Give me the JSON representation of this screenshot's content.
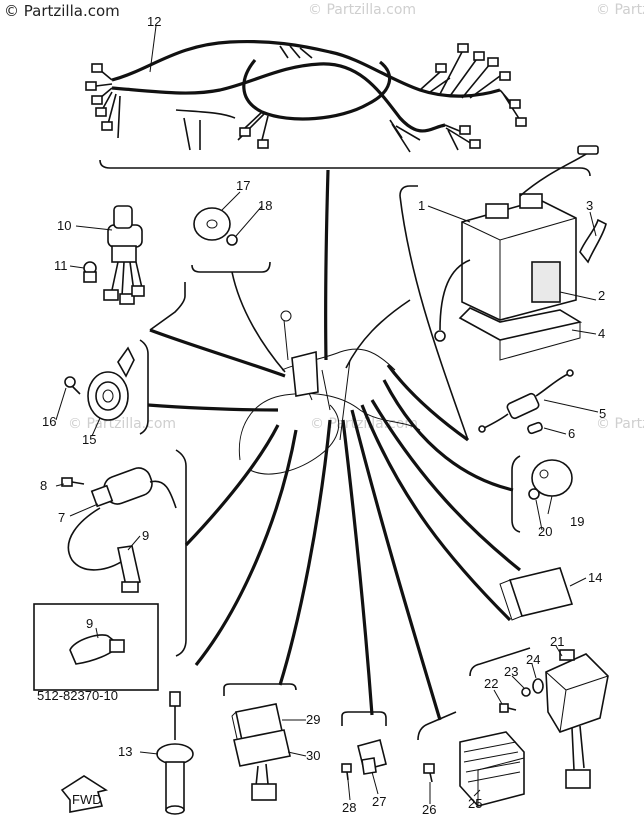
{
  "watermarks": {
    "main": "© Partzilla.com",
    "faint": "© Partzilla.com"
  },
  "labels": {
    "p1": "1",
    "p2": "2",
    "p3": "3",
    "p4": "4",
    "p5": "5",
    "p6": "6",
    "p7": "7",
    "p8": "8",
    "p9a": "9",
    "p9b": "9",
    "p10": "10",
    "p11": "11",
    "p12": "12",
    "p13": "13",
    "p14": "14",
    "p15": "15",
    "p16": "16",
    "p17": "17",
    "p18": "18",
    "p19": "19",
    "p20": "20",
    "p21": "21",
    "p22": "22",
    "p23": "23",
    "p24": "24",
    "p25": "25",
    "p26": "26",
    "p27": "27",
    "p28": "28",
    "p29": "29",
    "p30": "30"
  },
  "inset_part_number": "512-82370-10",
  "fwd_label": "FWD",
  "colors": {
    "line": "#111111",
    "watermark": "#cfcfcf"
  }
}
